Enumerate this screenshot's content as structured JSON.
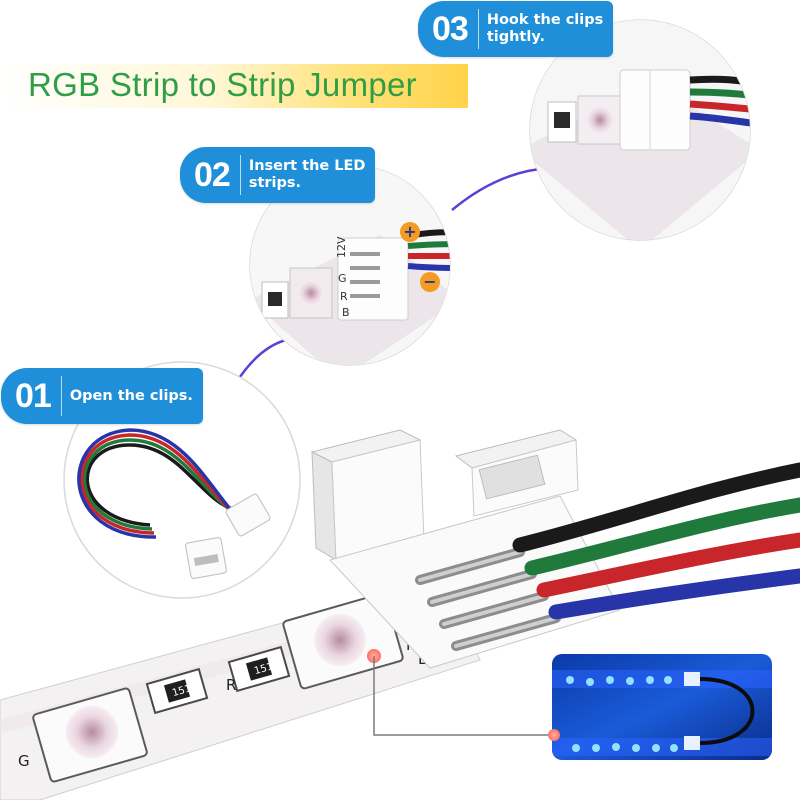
{
  "title": "RGB Strip to Strip Jumper",
  "steps": [
    {
      "number": "01",
      "text": "Open the clips."
    },
    {
      "number": "02",
      "text": "Insert the LED\nstrips."
    },
    {
      "number": "03",
      "text": "Hook the clips\ntightly."
    }
  ],
  "connector_pins": [
    "12V",
    "G",
    "R",
    "B"
  ],
  "polarity": {
    "plus": "+",
    "minus": "−"
  },
  "resistor_code": "151",
  "colors": {
    "title_text": "#2f9e47",
    "step_badge": "#1e8fd8",
    "title_gradient_end": "#ffd34a",
    "callout_line": "#5b3fd6",
    "wire_black": "#1a1a1a",
    "wire_green": "#1f7a3c",
    "wire_red": "#c8262b",
    "wire_blue": "#2735a8",
    "led_glow": "#2f8bff"
  }
}
